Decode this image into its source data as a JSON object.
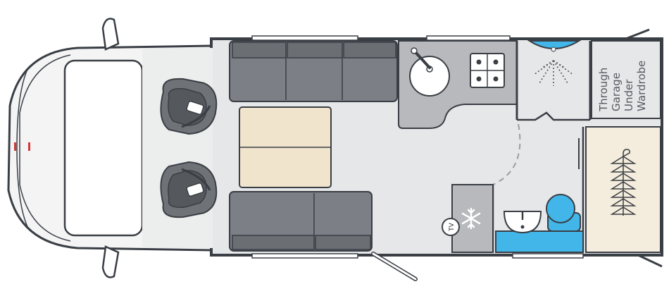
{
  "labels": {
    "tv": "TV",
    "storage_line1": "Through",
    "storage_line2": "Garage",
    "storage_line3": "Under",
    "storage_line4": "Wardrobe"
  },
  "colors": {
    "outline": "#3a3f45",
    "floor": "#e6e7e9",
    "cab_body": "#f2f2f3",
    "sofa": "#7c7f85",
    "sofa_dark": "#55585d",
    "table": "#f0e4cd",
    "counter": "#b7b9bc",
    "bathroom_blue": "#42b6e9",
    "wardrobe": "#f4ecdc"
  },
  "icons": [
    "sink-icon",
    "hob-icon",
    "shower-icon",
    "snowflake-icon",
    "tv-icon",
    "toilet-icon",
    "hanger-icon",
    "seat-icon",
    "seatbelt-icon",
    "mirror-icon",
    "door-icon"
  ]
}
